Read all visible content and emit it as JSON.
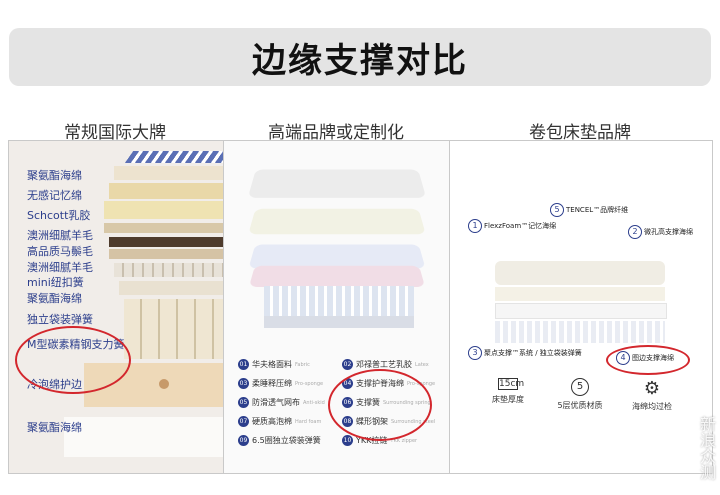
{
  "title": "边缘支撑对比",
  "columns": [
    "常规国际大牌",
    "高端品牌或定制化",
    "卷包床垫品牌"
  ],
  "panel1": {
    "labels": [
      "聚氨酯海绵",
      "无感记忆绵",
      "Schcott乳胶",
      "澳洲细腻羊毛",
      "高品质马鬃毛",
      "澳洲细腻羊毛",
      "mini纽扣簧",
      "聚氨酯海绵",
      "独立袋装弹簧",
      "M型碳素精钢支力簧",
      "冷泡绵护边",
      "聚氨酯海绵"
    ]
  },
  "panel2": {
    "legend_left": [
      {
        "num": "01",
        "text": "华夫格面料",
        "sub": "Fabric"
      },
      {
        "num": "03",
        "text": "柔睡释压绵",
        "sub": "Pro-sponge"
      },
      {
        "num": "05",
        "text": "防滑透气网布",
        "sub": "Anti-skid"
      },
      {
        "num": "07",
        "text": "硬质高泡棉",
        "sub": "Hard foam"
      },
      {
        "num": "09",
        "text": "6.5圈独立袋装弹簧",
        "sub": ""
      }
    ],
    "legend_right": [
      {
        "num": "02",
        "text": "邓禄普工艺乳胶",
        "sub": "Latex"
      },
      {
        "num": "04",
        "text": "支撑护脊海绵",
        "sub": "Pro-sponge"
      },
      {
        "num": "06",
        "text": "支撑簧",
        "sub": "Surrounding spring"
      },
      {
        "num": "08",
        "text": "蝶形钢架",
        "sub": "Surrounding steel"
      },
      {
        "num": "10",
        "text": "YKK拉链",
        "sub": "YKK zipper"
      }
    ]
  },
  "panel3": {
    "callouts": [
      {
        "num": "1",
        "text": "FlexzFoam™记忆海绵"
      },
      {
        "num": "5",
        "text": "TENCEL™品牌纤维"
      },
      {
        "num": "2",
        "text": "微孔高支撑海绵"
      },
      {
        "num": "3",
        "text": "聚点支撑™系统 / 独立袋装弹簧"
      },
      {
        "num": "4",
        "text": "图边支撑海绵"
      }
    ],
    "features": [
      {
        "icon": "15cm",
        "label": "床垫厚度"
      },
      {
        "icon": "5",
        "label": "5层优质材质"
      },
      {
        "icon": "gear-icon",
        "label": "海绵均过检"
      }
    ]
  },
  "watermark": "新\n浪\n众\n测"
}
